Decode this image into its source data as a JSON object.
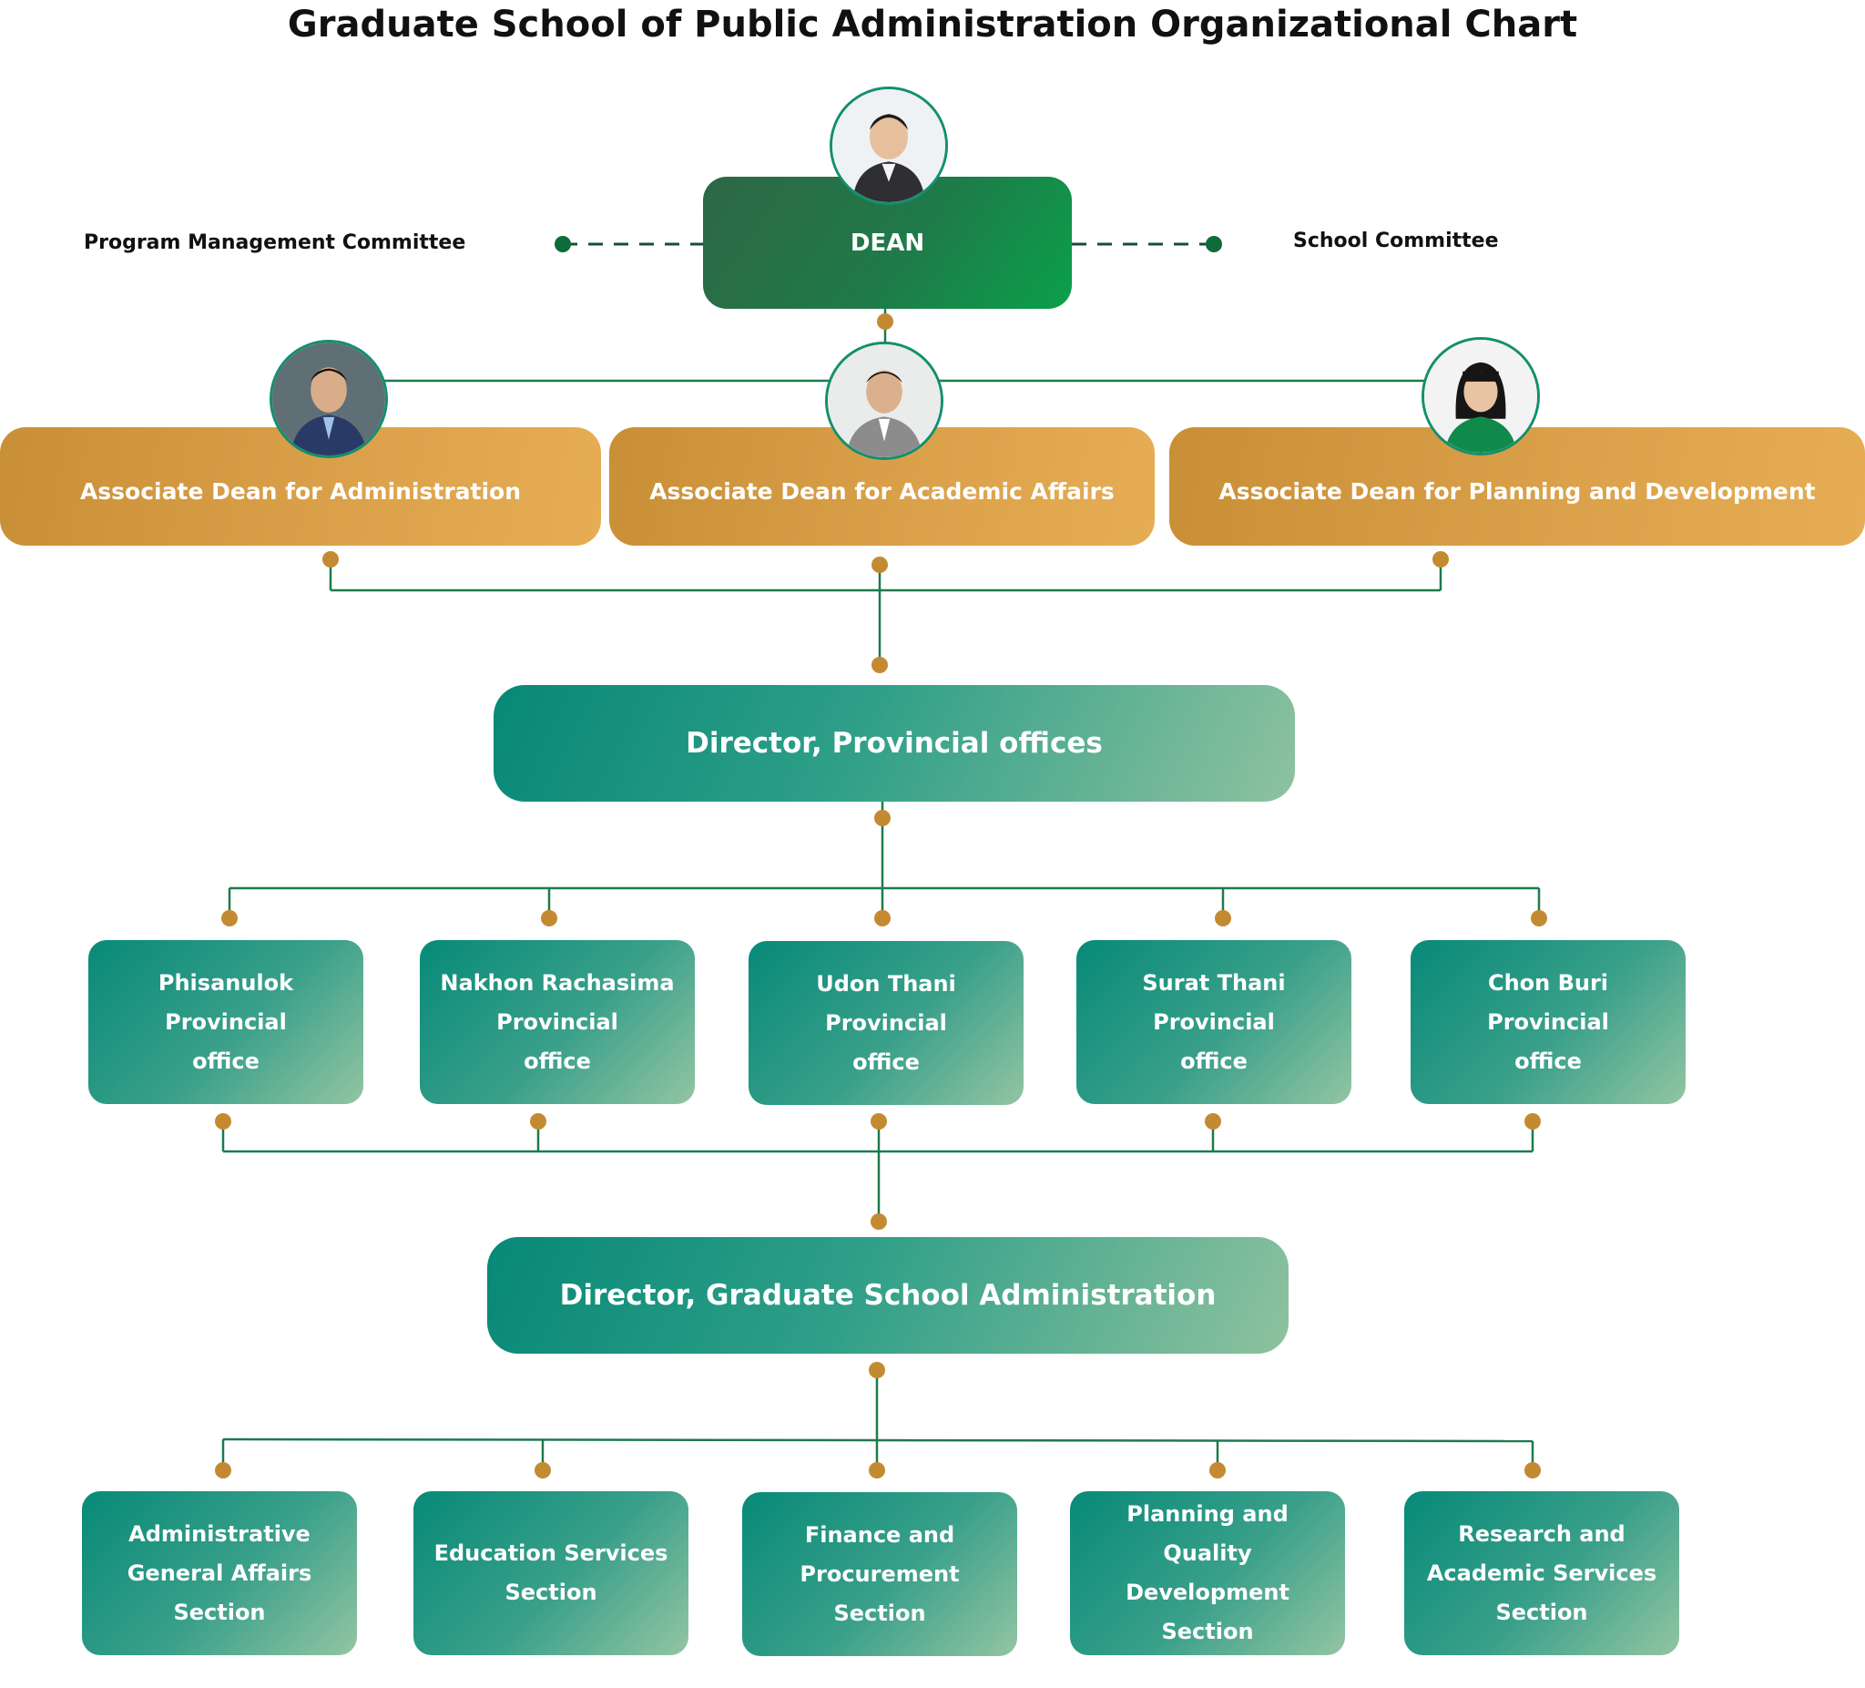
{
  "title": "Graduate School of Public Administration Organizational Chart",
  "side_labels": {
    "left": "Program Management Committee",
    "right": "School Committee"
  },
  "dean": {
    "label": "DEAN"
  },
  "associate_deans": [
    {
      "label": "Associate Dean for Administration"
    },
    {
      "label": "Associate Dean for Academic Affairs"
    },
    {
      "label": "Associate Dean for Planning and Development"
    }
  ],
  "director_provincial": {
    "label": "Director, Provincial offices"
  },
  "provincial_offices": [
    {
      "lines": [
        "Phisanulok",
        "Provincial",
        "office"
      ]
    },
    {
      "lines": [
        "Nakhon Rachasima",
        "Provincial",
        "office"
      ]
    },
    {
      "lines": [
        "Udon Thani",
        "Provincial",
        "office"
      ]
    },
    {
      "lines": [
        "Surat Thani",
        "Provincial",
        "office"
      ]
    },
    {
      "lines": [
        "Chon Buri",
        "Provincial",
        "office"
      ]
    }
  ],
  "director_admin": {
    "label": "Director, Graduate School Administration"
  },
  "sections": [
    {
      "lines": [
        "Administrative",
        "General Affairs",
        "Section"
      ]
    },
    {
      "lines": [
        "Education Services",
        "Section"
      ]
    },
    {
      "lines": [
        "Finance and",
        "Procurement",
        "Section"
      ]
    },
    {
      "lines": [
        "Planning and Quality",
        "Development",
        "Section"
      ]
    },
    {
      "lines": [
        "Research and",
        "Academic Services",
        "Section"
      ]
    }
  ],
  "colors": {
    "dean_green": "#1f7a49",
    "associate_gold": "#dca24b",
    "unit_teal": "#078a78",
    "connector_green": "#1d7a4e",
    "node_dot": "#c48a32",
    "committee_dot": "#0e6b3a"
  }
}
